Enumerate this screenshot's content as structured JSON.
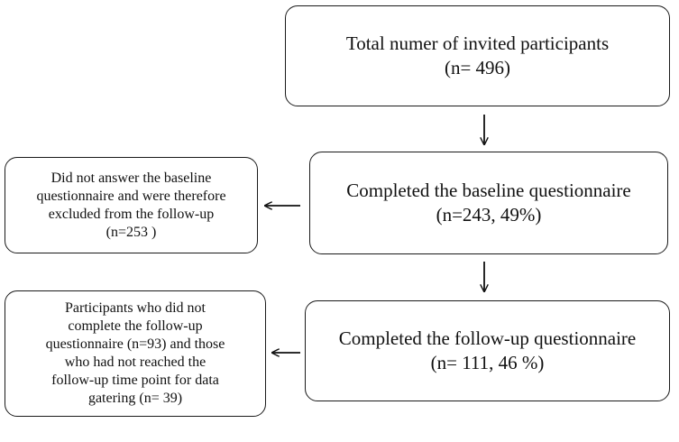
{
  "flowchart": {
    "total": {
      "line1": "Total numer of invited participants",
      "line2": "(n= 496)"
    },
    "baseline": {
      "line1": "Completed the baseline questionnaire",
      "line2": "(n=243, 49%)"
    },
    "followup": {
      "line1": "Completed the follow-up questionnaire",
      "line2": "(n= 111, 46 %)"
    },
    "excluded": {
      "lines": [
        "Did not answer the baseline",
        "questionnaire and were therefore",
        "excluded from the follow-up",
        "(n=253 )"
      ]
    },
    "not_completed": {
      "lines": [
        "Participants who did not",
        "complete the follow-up",
        "questionnaire (n=93) and those",
        "who had not reached the",
        "follow-up time point for data",
        "gatering (n= 39)"
      ]
    }
  }
}
